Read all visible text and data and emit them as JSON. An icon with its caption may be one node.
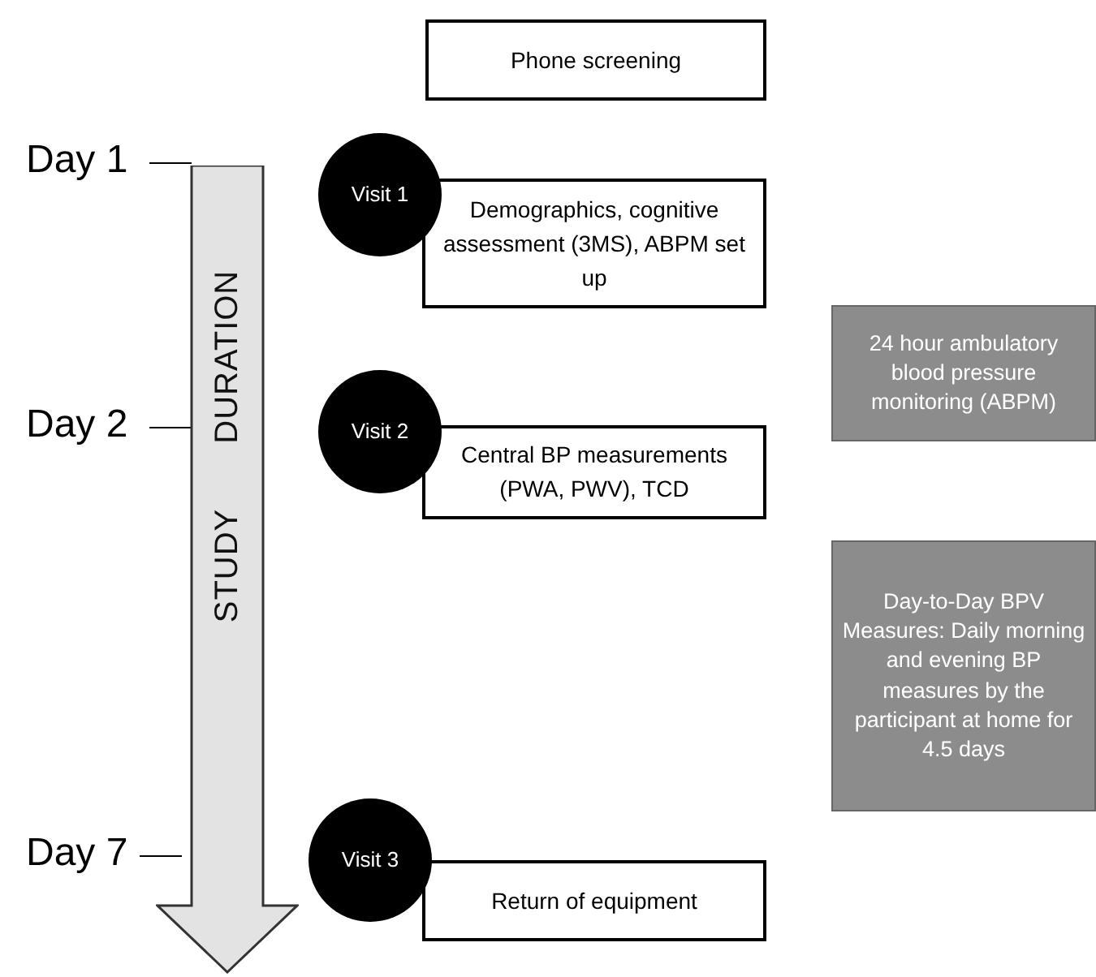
{
  "diagram": {
    "nodes": [
      {
        "text": [
          "Phone screening"
        ]
      },
      {
        "text": [
          "Visit 1"
        ]
      },
      {
        "text": [
          "Demographics, cognitive assessment (3MS), ABPM set up"
        ]
      },
      {
        "text": [
          "Visit 2"
        ]
      },
      {
        "text": [
          "Central BP measurements (PWA, PWV), TCD"
        ]
      },
      {
        "text": [
          "24 hour ambulatory blood pressure monitoring (ABPM)"
        ]
      },
      {
        "text": [
          "Day-to-Day BPV Measures: Daily morning and evening BP measures by the participant at home for  4.5  days"
        ]
      },
      {
        "text": [
          "Visit 3"
        ]
      },
      {
        "text": [
          "Return of equipment"
        ]
      },
      {
        "text": [
          "STUDY",
          "DURATION"
        ]
      }
    ],
    "labels": [
      "Day 1",
      "Day 2",
      "Day 7"
    ]
  }
}
